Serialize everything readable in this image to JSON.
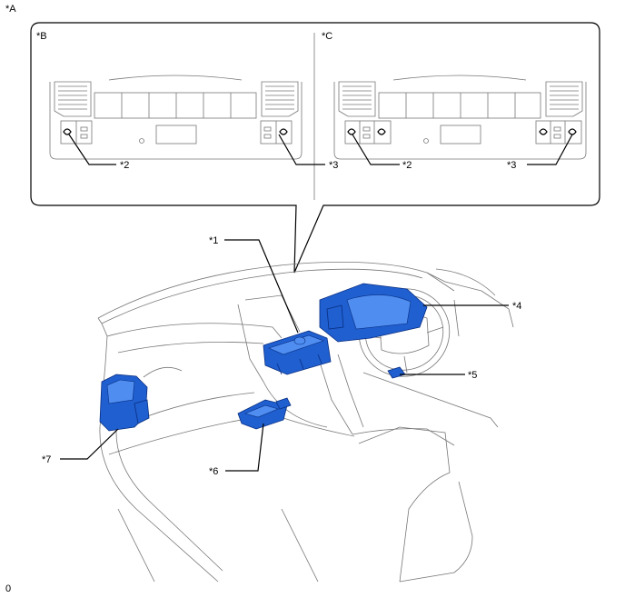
{
  "labels": {
    "A": "*A",
    "B": "*B",
    "C": "*C",
    "c1": "*1",
    "c2_left": "*2",
    "c3_left": "*3",
    "c2_right": "*2",
    "c3_right": "*3",
    "c4": "*4",
    "c5": "*5",
    "c6": "*6",
    "c7": "*7"
  },
  "footer_code": "0",
  "colors": {
    "component_fill": "#1f5fd0",
    "component_highlight": "#4f8ef0",
    "line": "#000000",
    "outline": "#777777"
  }
}
